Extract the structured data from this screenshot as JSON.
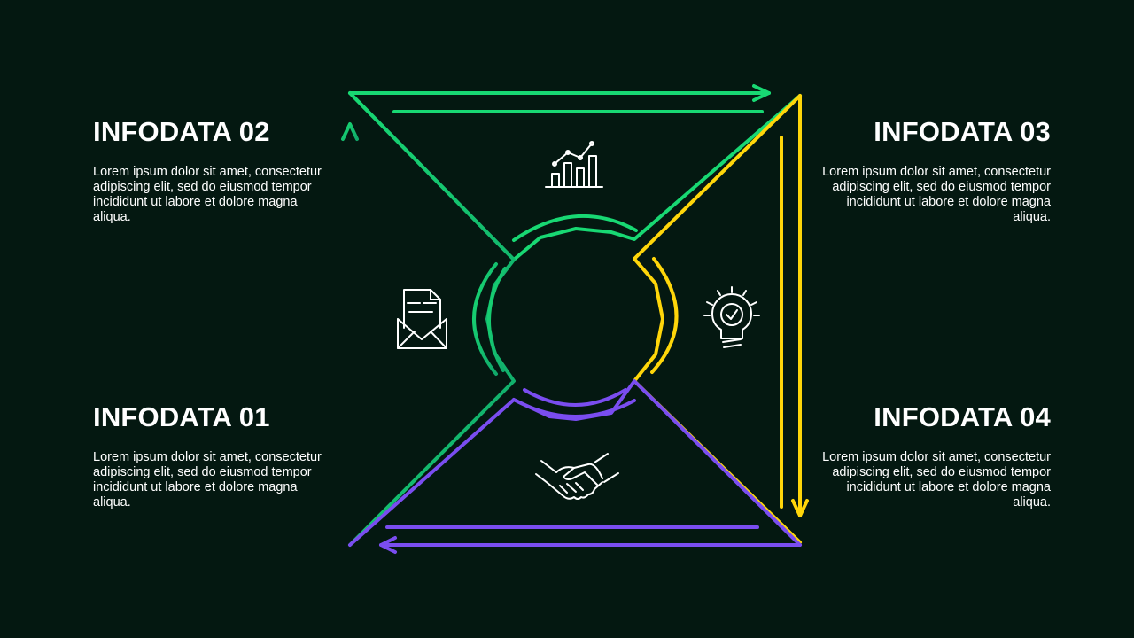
{
  "blocks": {
    "b01": {
      "title": "INFODATA 01",
      "text": "Lorem ipsum dolor sit amet, consectetur adipiscing elit, sed do eiusmod tempor incididunt ut labore et dolore magna aliqua."
    },
    "b02": {
      "title": "INFODATA 02",
      "text": "Lorem ipsum dolor sit amet, consectetur adipiscing elit, sed do eiusmod tempor incididunt ut labore et dolore magna aliqua."
    },
    "b03": {
      "title": "INFODATA 03",
      "text": "Lorem ipsum dolor sit amet, consectetur adipiscing elit, sed do eiusmod tempor incididunt ut labore et dolore magna aliqua."
    },
    "b04": {
      "title": "INFODATA 04",
      "text": "Lorem ipsum dolor sit amet, consectetur adipiscing elit, sed do eiusmod tempor incididunt ut labore et dolore magna aliqua."
    }
  },
  "icons": {
    "top": "bar-chart-growth-icon",
    "left": "mail-envelope-icon",
    "right": "lightbulb-check-icon",
    "bottom": "handshake-icon"
  },
  "colors": {
    "background": "#041811",
    "green": "#18D873",
    "green_dark": "#12B56A",
    "yellow": "#FFD60A",
    "purple": "#7A4DF0",
    "text": "#FFFFFF"
  }
}
